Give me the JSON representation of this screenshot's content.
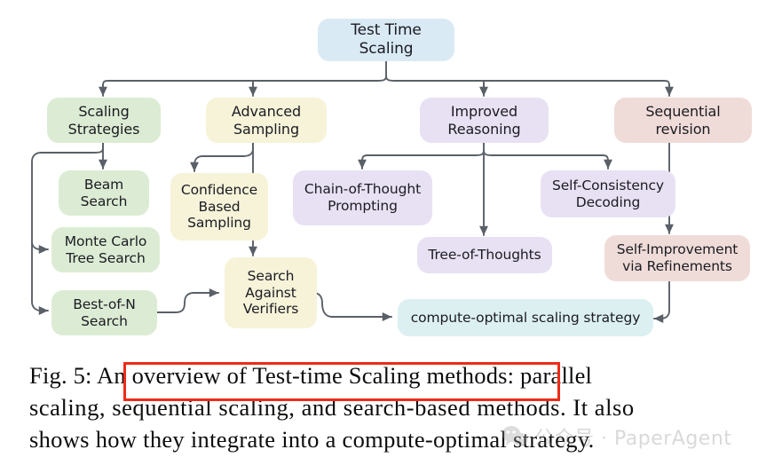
{
  "figure": {
    "root": {
      "label": "Test Time Scaling",
      "color": "#d9eaf5"
    },
    "branches": [
      {
        "label": "Scaling\nStrategies",
        "color": "#dcecd4"
      },
      {
        "label": "Advanced\nSampling",
        "color": "#f6f3d9"
      },
      {
        "label": "Improved\nReasoning",
        "color": "#e8e1f3"
      },
      {
        "label": "Sequential\nrevision",
        "color": "#efdcd8"
      }
    ],
    "leaves": [
      {
        "label": "Beam\nSearch",
        "color": "#dcecd4"
      },
      {
        "label": "Monte Carlo\nTree Search",
        "color": "#dcecd4"
      },
      {
        "label": "Best-of-N\nSearch",
        "color": "#dcecd4"
      },
      {
        "label": "Confidence\nBased\nSampling",
        "color": "#f6f3d9"
      },
      {
        "label": "Search\nAgainst\nVerifiers",
        "color": "#f6f3d9"
      },
      {
        "label": "Chain-of-Thought\nPrompting",
        "color": "#e8e1f3"
      },
      {
        "label": "Tree-of-Thoughts",
        "color": "#e8e1f3"
      },
      {
        "label": "Self-Consistency\nDecoding",
        "color": "#e8e1f3"
      },
      {
        "label": "Self-Improvement\nvia Refinements",
        "color": "#efdcd8"
      }
    ],
    "outcome": {
      "label": "compute-optimal scaling strategy",
      "color": "#dcf0f2"
    },
    "edge_color": "#5a6067"
  },
  "caption": {
    "figure_label": "Fig. 5:",
    "line1": "Fig. 5: An overview of Test-time Scaling methods: parallel",
    "line2": "scaling, sequential scaling, and search-based methods. It also",
    "line3": "shows how they integrate into a compute-optimal strategy.",
    "highlight_text": "An overview of Test-time Scaling methods",
    "highlight_color": "#ee2b18"
  },
  "watermark": {
    "text": "公众号 · PaperAgent",
    "icon": "chat-bubble-icon",
    "color": "#8d8d8d"
  }
}
